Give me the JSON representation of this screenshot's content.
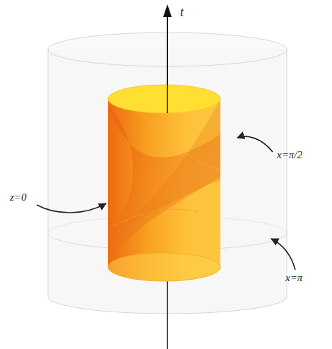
{
  "diagram": {
    "labels": [
      "t",
      "z=0",
      "x=π/2",
      "x=π"
    ]
  }
}
